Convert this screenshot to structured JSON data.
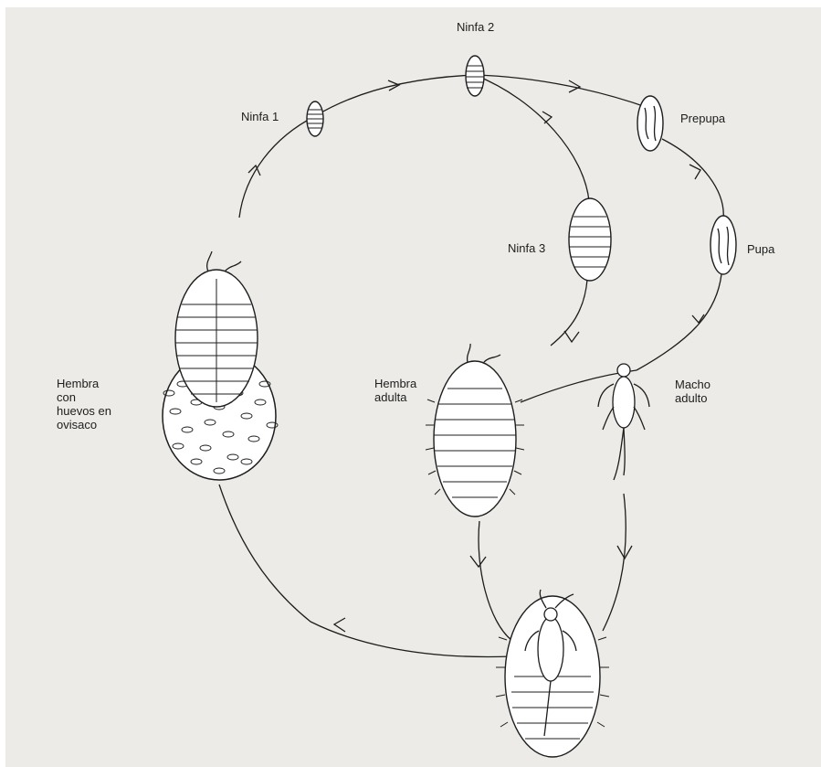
{
  "labels": {
    "ninfa1": "Ninfa 1",
    "ninfa2": "Ninfa 2",
    "ninfa3": "Ninfa 3",
    "prepupa": "Prepupa",
    "pupa": "Pupa",
    "hembra_adulta": "Hembra\nadulta",
    "macho_adulto": "Macho\nadulto",
    "hembra_ovisaco": "Hembra\ncon\nhuevos en\novisaco"
  },
  "colors": {
    "background": "#ecebe7",
    "ink": "#1d1d1d",
    "body": "#ffffff"
  }
}
